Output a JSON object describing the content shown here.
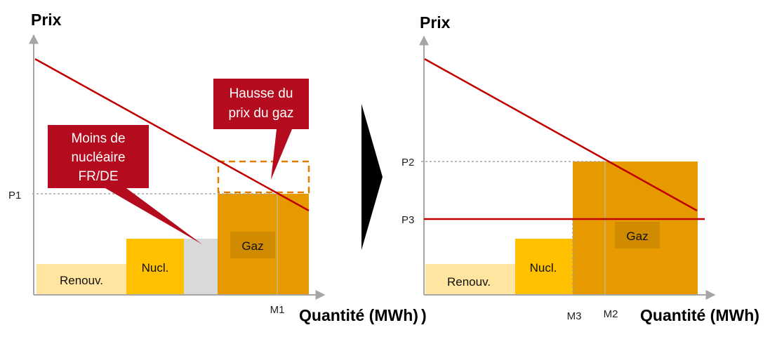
{
  "left_panel": {
    "y_axis_title": "Prix",
    "x_axis_title": "Quantité (MWh)",
    "x_axis_suffix": ")",
    "p1_label": "P1",
    "m1_label": "M1",
    "bars": {
      "renouv": "Renouv.",
      "nucl": "Nucl.",
      "gaz": "Gaz"
    },
    "callouts": {
      "nuclear": [
        "Moins de",
        "nucléaire",
        "FR/DE"
      ],
      "gas": [
        "Hausse du",
        "prix du gaz"
      ]
    }
  },
  "right_panel": {
    "y_axis_title": "Prix",
    "x_axis_title": "Quantité (MWh)",
    "p2_label": "P2",
    "p3_label": "P3",
    "m3_label": "M3",
    "m2_label": "M2",
    "bars": {
      "renouv": "Renouv.",
      "nucl": "Nucl.",
      "gaz": "Gaz"
    }
  },
  "colors": {
    "renewables": "#FFE5A0",
    "nuclear": "#FFC000",
    "gas": "#E69A00",
    "gas_label_bg": "#D08A00",
    "removed_nuclear": "#D9D9D9",
    "demand_line": "#C00000",
    "callout_fill": "#B40C1E",
    "dashed_box": "#E07B00",
    "axis": "#A6A6A6"
  }
}
